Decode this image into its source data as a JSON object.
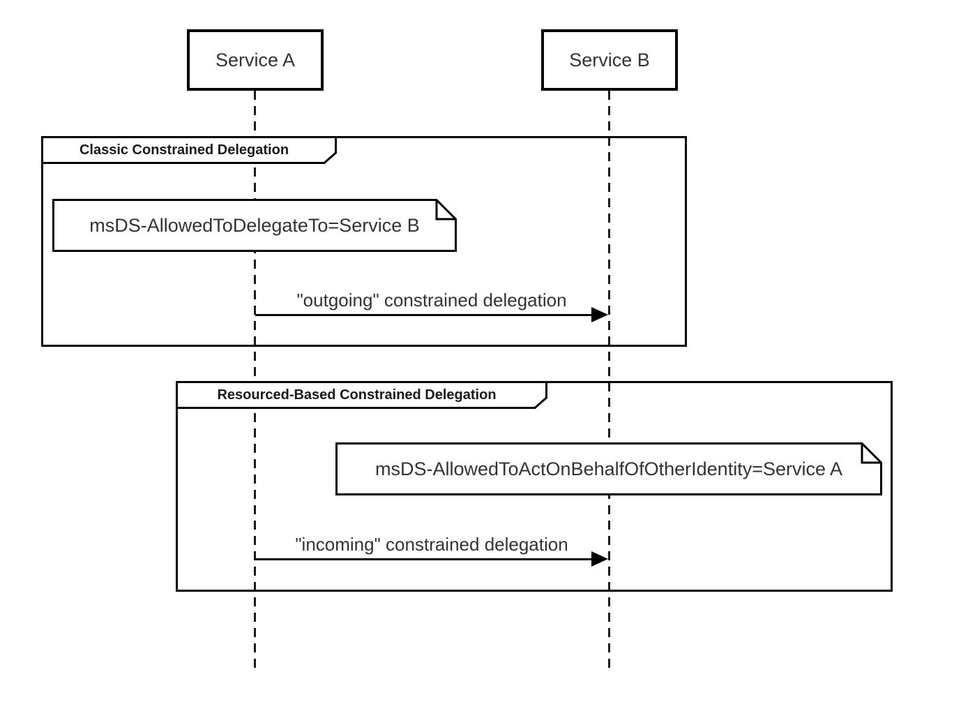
{
  "diagram": {
    "type": "sequence-diagram",
    "participants": [
      {
        "label": "Service A"
      },
      {
        "label": "Service B"
      }
    ],
    "groups": [
      {
        "title": "Classic Constrained Delegation",
        "note": {
          "text": "msDS-AllowedToDelegateTo=Service B",
          "over": "Service A"
        },
        "message": {
          "text": "\"outgoing\" constrained delegation",
          "from": "Service A",
          "to": "Service B",
          "arrow": "solid-filled-head"
        }
      },
      {
        "title": "Resourced-Based Constrained Delegation",
        "note": {
          "text": "msDS-AllowedToActOnBehalfOfOtherIdentity=Service A",
          "over": "Service B"
        },
        "message": {
          "text": "\"incoming\" constrained delegation",
          "from": "Service A",
          "to": "Service B",
          "arrow": "solid-filled-head"
        }
      }
    ],
    "colors": {
      "stroke": "#000000",
      "text": "#333333",
      "canvas": "#ffffff"
    }
  }
}
